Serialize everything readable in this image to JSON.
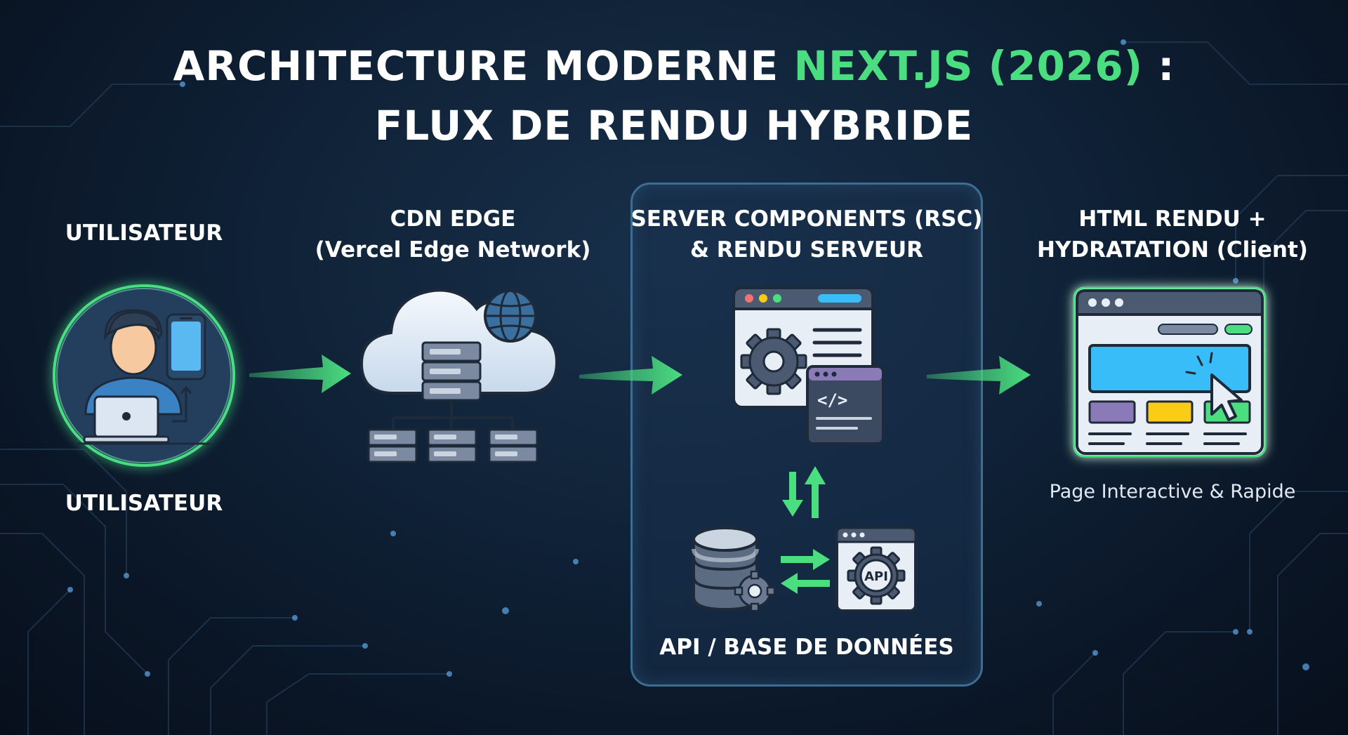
{
  "title": {
    "line1_prefix": "ARCHITECTURE MODERNE ",
    "line1_accent": "NEXT.JS (2026)",
    "line1_suffix": " :",
    "line2": "FLUX DE RENDU HYBRIDE"
  },
  "nodes": {
    "user": {
      "label_top": "UTILISATEUR",
      "label_bottom": "UTILISATEUR"
    },
    "cdn": {
      "label_line1": "CDN EDGE",
      "label_line2": "(Vercel Edge Network)"
    },
    "rsc": {
      "label_line1": "SERVER COMPONENTS (RSC)",
      "label_line2": "& RENDU SERVEUR",
      "sub_label": "API / BASE DE DONNÉES",
      "api_badge": "API"
    },
    "client": {
      "label_line1": "HTML RENDU +",
      "label_line2": "HYDRATATION (Client)",
      "caption": "Page Interactive & Rapide"
    }
  },
  "icons": [
    "user-laptop-icon",
    "smartphone-icon",
    "cloud-server-icon",
    "globe-icon",
    "server-rack-icon",
    "browser-settings-icon",
    "gear-icon",
    "code-window-icon",
    "database-icon",
    "api-gear-icon",
    "interactive-page-icon",
    "cursor-icon"
  ],
  "colors": {
    "background": "#0f2136",
    "accent": "#4ade80",
    "panel_border": "#3d6d93",
    "icon_fill_light": "#e8eef6",
    "icon_stroke": "#1e2a3a",
    "screen_blue": "#38bdf8",
    "tile_purple": "#8b7ab8",
    "tile_yellow": "#facc15",
    "tile_green": "#4ade80"
  }
}
